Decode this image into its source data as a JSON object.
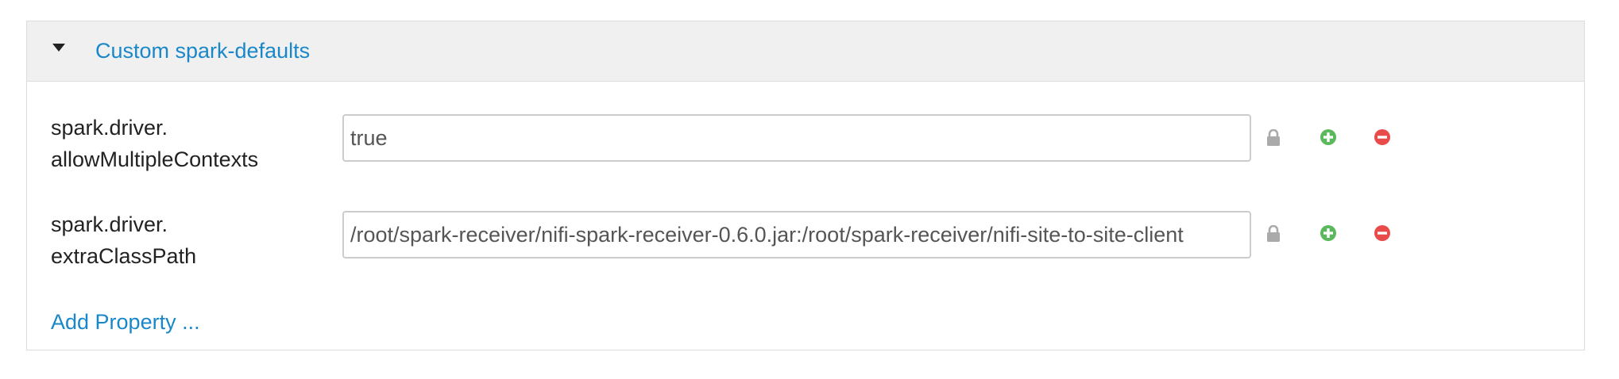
{
  "section": {
    "title": "Custom spark-defaults",
    "icon": "caret-down-icon",
    "accent_color": "#1a87c9"
  },
  "properties": [
    {
      "label_line1": "spark.driver.",
      "label_line2": "allowMultipleContexts",
      "value": "true"
    },
    {
      "label_line1": "spark.driver.",
      "label_line2": "extraClassPath",
      "value": "/root/spark-receiver/nifi-spark-receiver-0.6.0.jar:/root/spark-receiver/nifi-site-to-site-client"
    }
  ],
  "icons": {
    "lock": "lock-icon",
    "add": "plus-circle-icon",
    "remove": "minus-circle-icon",
    "add_color": "#5cb85c",
    "remove_color": "#e94b4b"
  },
  "add_property_label": "Add Property ..."
}
